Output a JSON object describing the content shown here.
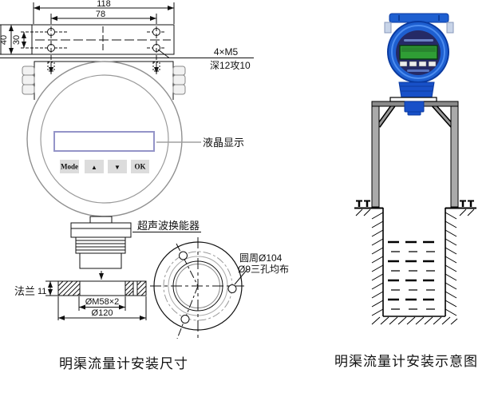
{
  "figure_left": {
    "caption": "明渠流量计安装尺寸",
    "dims": {
      "d118": "118",
      "d78": "78",
      "d40": "40",
      "d30": "30",
      "screw_spec": "4×M5",
      "screw_depth": "深12攻10",
      "flange_label": "法兰",
      "d11": "11",
      "thread": "ØM58×2",
      "d120": "Ø120",
      "bolt_circle": "圆周Ø104",
      "bolt_holes": "Ø9三孔均布"
    },
    "labels": {
      "lcd": "液晶显示",
      "transducer": "超声波换能器"
    },
    "keypad": [
      {
        "label": "Mode"
      },
      {
        "label": "▲"
      },
      {
        "label": "▼"
      },
      {
        "label": "OK"
      }
    ]
  },
  "figure_right": {
    "caption": "明渠流量计安装示意图"
  },
  "colors": {
    "device_blue": "#1e5fd0",
    "device_navy": "#252a66",
    "neck_blue": "#1850c8",
    "lcd_green": "#2f9e35",
    "bracket_gray": "#8a8a8a",
    "lcd_border": "#9494c8"
  }
}
